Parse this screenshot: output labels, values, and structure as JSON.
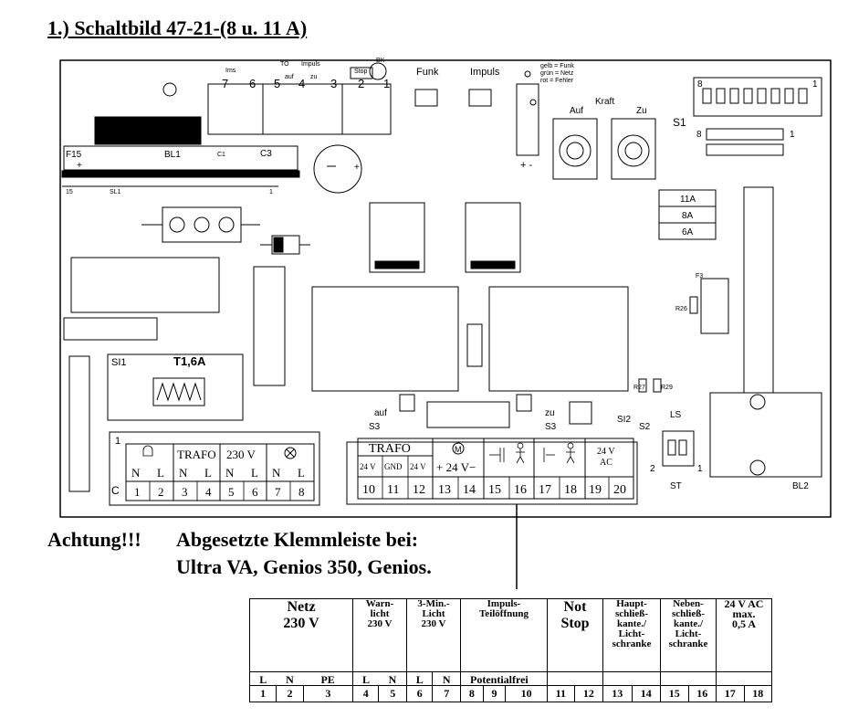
{
  "title": "1.) Schaltbild 47-21-(8 u. 11 A)",
  "board": {
    "top_connector_pins": [
      "7",
      "6",
      "5",
      "4",
      "3",
      "2",
      "1"
    ],
    "top_labels": {
      "ims": "Ims",
      "impuls": "Impuls",
      "to": "TO",
      "zu": "zu",
      "auf": "auf",
      "stop": "Stop",
      "bk": "BK",
      "funk": "Funk",
      "impuls_box": "Impuls",
      "led_legend": [
        "gelb = Funk",
        "grün = Netz",
        "rot = Fehler"
      ]
    },
    "pots": {
      "auf": "Auf",
      "zu": "Zu",
      "kraft": "Kraft"
    },
    "dip": {
      "label": "S1",
      "n8": "8",
      "n1": "1"
    },
    "fuses": {
      "f15": "F15",
      "bl1": "BL1",
      "sl1": "SL1",
      "n15": "15",
      "n1": "1",
      "plus": "+",
      "c1": "C1",
      "c2": "C3"
    },
    "amp_labels": [
      "11A",
      "8A",
      "6A"
    ],
    "misc": {
      "t16": "T1,6A",
      "si1": "SI1",
      "r26": "R26",
      "f3": "F3",
      "r27": "R27",
      "r29": "R29",
      "s2": "S2",
      "s3l": "S3",
      "s3r": "S3",
      "si2": "SI2",
      "st": "ST",
      "bl2": "BL2",
      "auf_s3": "auf",
      "zu_s3": "zu",
      "s2n": "2",
      "s2n1": "1",
      "plusminus": "+ -",
      "s1n8": "8",
      "s1n1": "1",
      "ls": "LS"
    },
    "left_terminal": {
      "groups": [
        "TRAFO",
        "230 V"
      ],
      "nl": [
        "N",
        "L",
        "N",
        "L",
        "N",
        "L",
        "N",
        "L"
      ],
      "numbers": [
        "1",
        "2",
        "3",
        "4",
        "5",
        "6",
        "7",
        "8"
      ],
      "c": "C",
      "one": "1"
    },
    "right_terminal": {
      "trafo": "TRAFO",
      "sub": [
        "24 V",
        "GND",
        "24 V"
      ],
      "motor": "+ 24 V−",
      "ac": [
        "24 V",
        "AC"
      ],
      "numbers": [
        "10",
        "11",
        "12",
        "13",
        "14",
        "15",
        "16",
        "17",
        "18",
        "19",
        "20"
      ]
    }
  },
  "warning": {
    "label": "Achtung!!!",
    "line1": "Abgesetzte Klemmleiste bei:",
    "line2": "Ultra VA, Genios 350, Genios."
  },
  "terminal_table": {
    "headers": [
      [
        "Netz",
        "230 V"
      ],
      [
        "Warn-",
        "licht",
        "230 V"
      ],
      [
        "3-Min.-",
        "Licht",
        "230 V"
      ],
      [
        "Impuls-",
        "Teilöffnung"
      ],
      [
        "Not",
        "Stop"
      ],
      [
        "Haupt-",
        "schließ-",
        "kante./",
        "Licht-",
        "schranke"
      ],
      [
        "Neben-",
        "schließ-",
        "kante./",
        "Licht-",
        "schranke"
      ],
      [
        "24 V AC",
        "max.",
        "0,5 A"
      ]
    ],
    "potentialfrei": "Potentialfrei",
    "labels": [
      "L",
      "N",
      "PE",
      "L",
      "N",
      "L",
      "N"
    ],
    "numbers": [
      "1",
      "2",
      "3",
      "4",
      "5",
      "6",
      "7",
      "8",
      "9",
      "10",
      "11",
      "12",
      "13",
      "14",
      "15",
      "16",
      "17",
      "18"
    ]
  }
}
